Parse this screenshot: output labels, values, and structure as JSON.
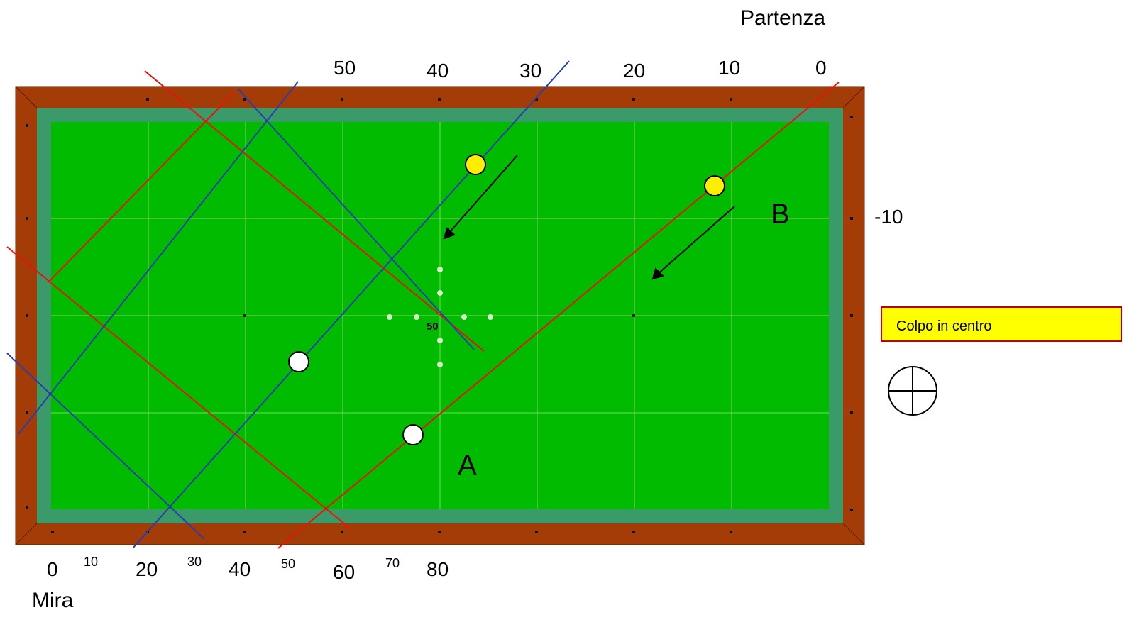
{
  "labels": {
    "partenza": "Partenza",
    "mira": "Mira",
    "ball_a": "A",
    "ball_b": "B",
    "right_side": "-10",
    "center_value": "50"
  },
  "top_scale": [
    "50",
    "40",
    "30",
    "20",
    "10",
    "0"
  ],
  "bottom_scale_major": [
    "0",
    "20",
    "40",
    "60",
    "80"
  ],
  "bottom_scale_minor": [
    "10",
    "30",
    "50",
    "70"
  ],
  "shot_type": "Colpo in centro",
  "colors": {
    "cloth": "#00bb00",
    "cushion": "#3a9a6a",
    "rail": "#a33c07",
    "red_line": "#e8140c",
    "blue_line": "#2a3ea8",
    "yellow_ball": "#ffee00",
    "white_ball": "#ffffff"
  }
}
